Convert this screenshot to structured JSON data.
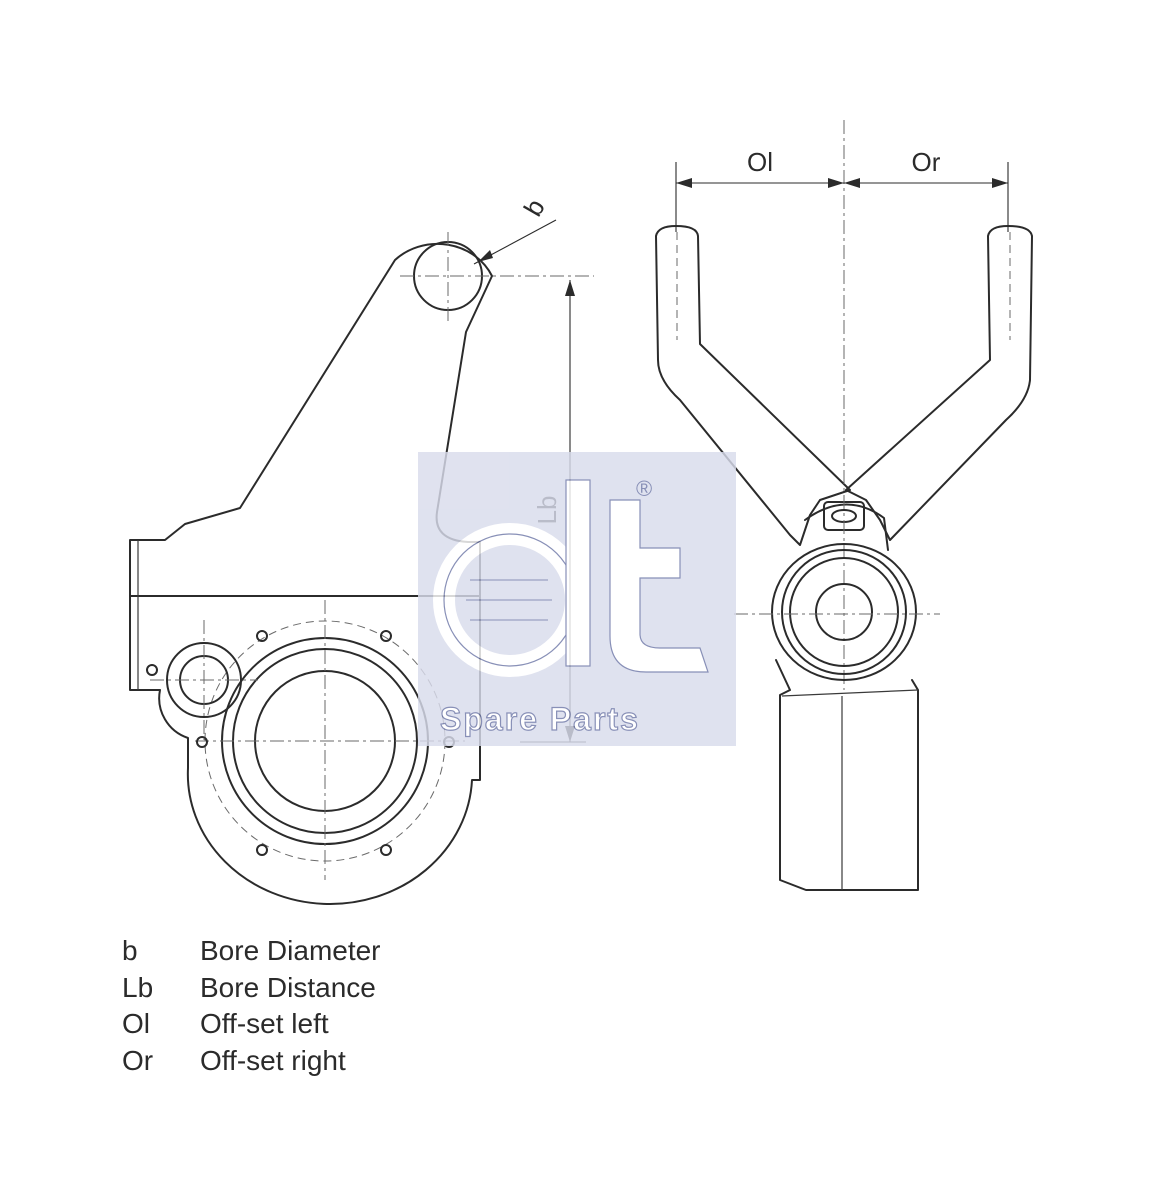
{
  "diagram": {
    "dimension_labels": {
      "bore": "b",
      "bore_distance": "Lb",
      "offset_left": "Ol",
      "offset_right": "Or"
    },
    "legend": [
      {
        "symbol": "b",
        "text": "Bore Diameter"
      },
      {
        "symbol": "Lb",
        "text": "Bore Distance"
      },
      {
        "symbol": "Ol",
        "text": "Off-set left"
      },
      {
        "symbol": "Or",
        "text": "Off-set right"
      }
    ]
  },
  "watermark": {
    "logo": "dt",
    "text": "Spare Parts",
    "registered": "®",
    "color": "#6f78a8",
    "fill": "#d9dcec"
  },
  "colors": {
    "line": "#2b2b2b",
    "background": "#ffffff"
  }
}
